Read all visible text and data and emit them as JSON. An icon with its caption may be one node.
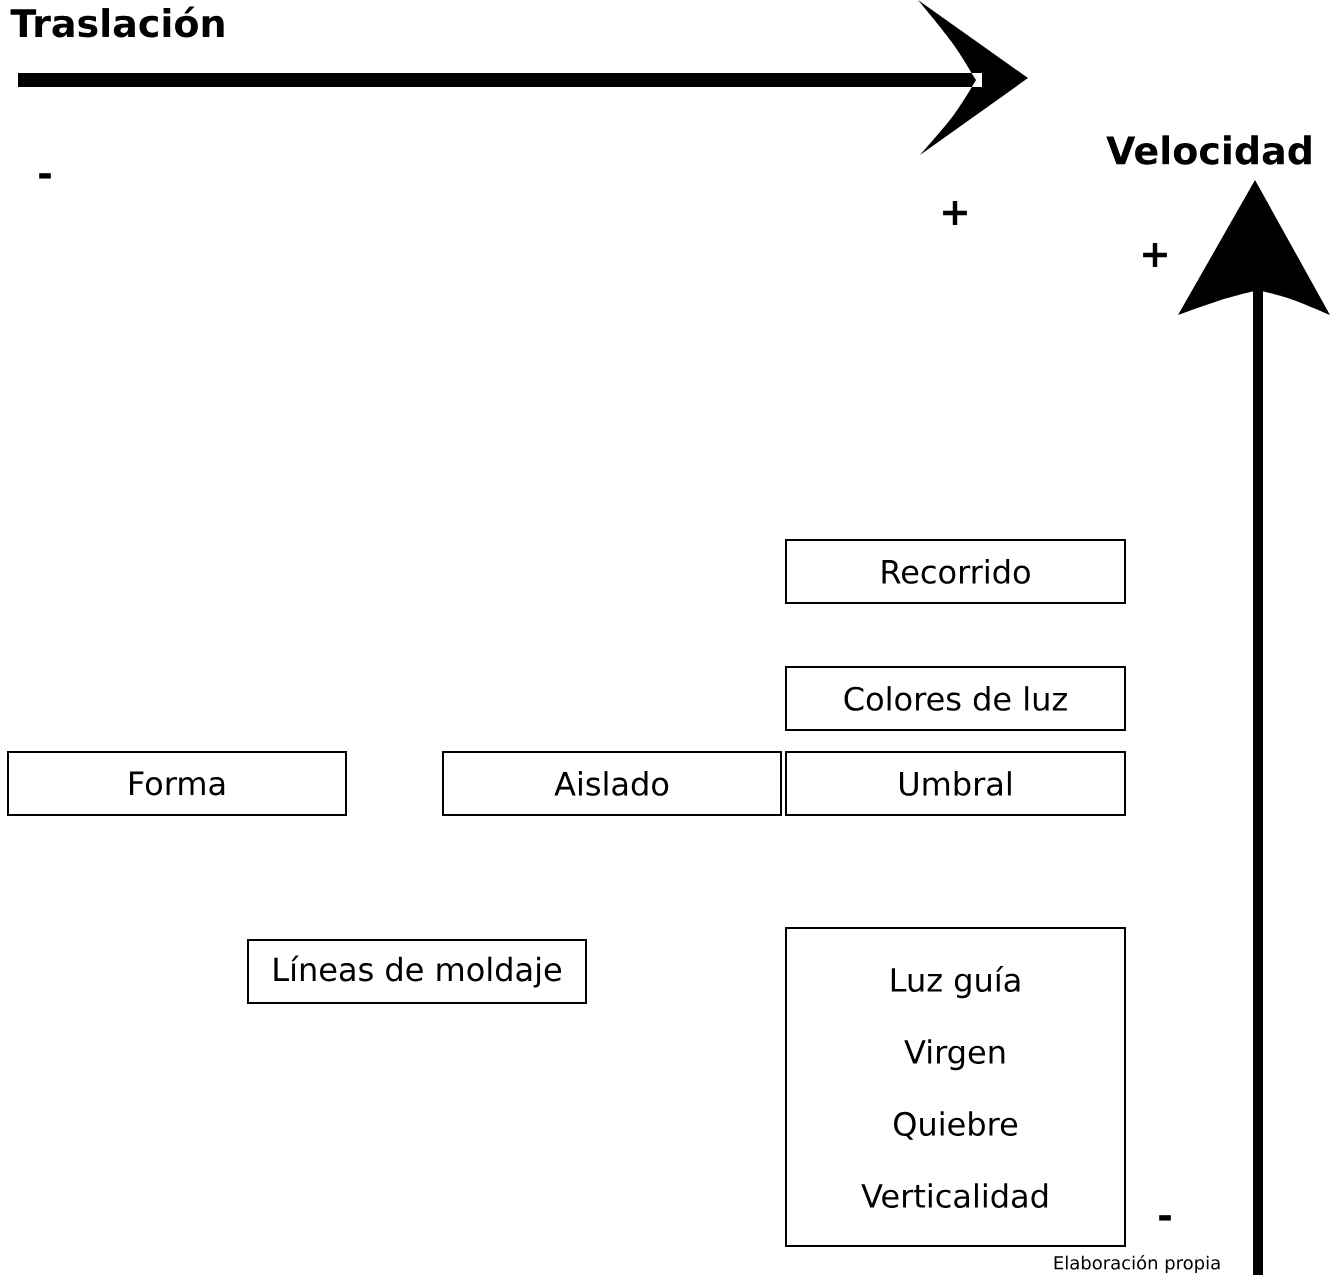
{
  "diagram": {
    "nodes": [
      {
        "text": [
          "Recorrido"
        ]
      },
      {
        "text": [
          "Colores de luz"
        ]
      },
      {
        "text": [
          "Forma"
        ]
      },
      {
        "text": [
          "Aislado"
        ]
      },
      {
        "text": [
          "Umbral"
        ]
      },
      {
        "text": [
          "Líneas de moldaje"
        ]
      },
      {
        "text": [
          "Luz guía",
          "Virgen",
          "Quiebre",
          "Verticalidad"
        ]
      }
    ],
    "labels": [
      "Traslación",
      "-",
      "+",
      "Velocidad",
      "+",
      "-",
      "Elaboración propia"
    ]
  }
}
